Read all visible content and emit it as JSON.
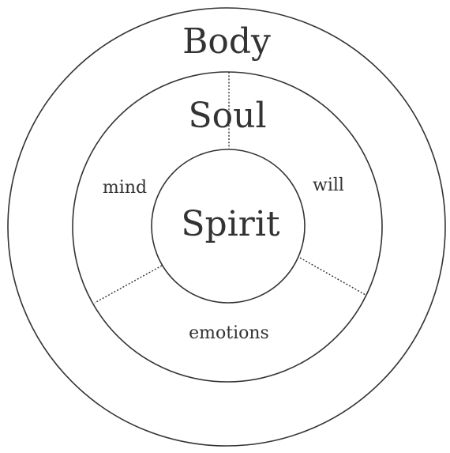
{
  "diagram": {
    "layers": {
      "outer": "Body",
      "middle": "Soul",
      "inner": "Spirit"
    },
    "soul_parts": {
      "left": "mind",
      "right": "will",
      "bottom": "emotions"
    }
  }
}
